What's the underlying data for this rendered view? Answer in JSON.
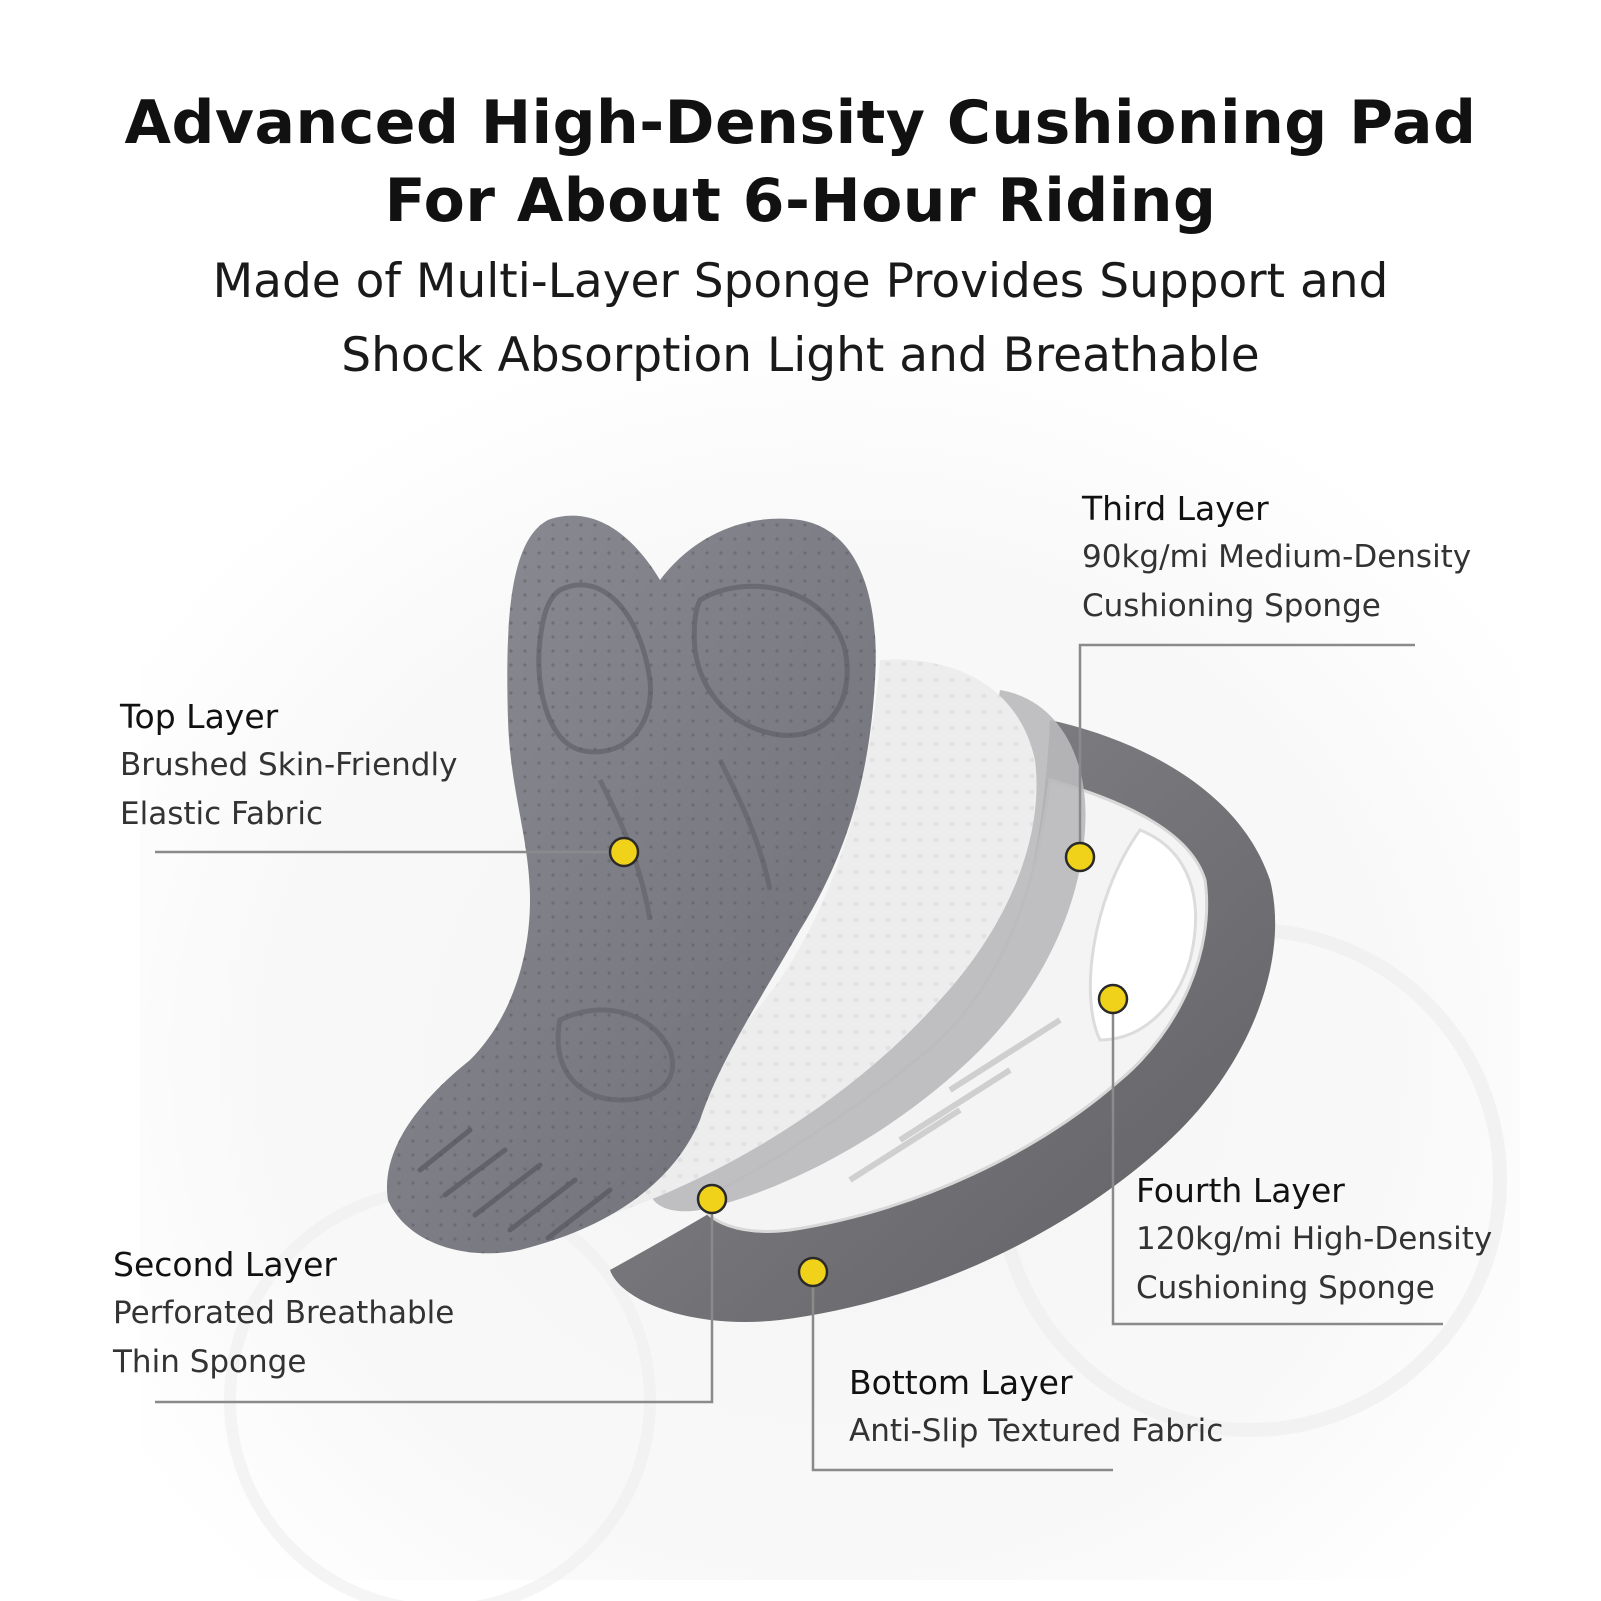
{
  "heading": {
    "line1": "Advanced High-Density Cushioning Pad",
    "line2": "For About 6-Hour Riding"
  },
  "subheading": {
    "line1": "Made of Multi-Layer Sponge Provides Support and",
    "line2": "Shock Absorption Light and Breathable"
  },
  "layers": {
    "top": {
      "name": "Top Layer",
      "desc1": "Brushed Skin-Friendly",
      "desc2": "Elastic Fabric"
    },
    "second": {
      "name": "Second Layer",
      "desc1": "Perforated Breathable",
      "desc2": "Thin Sponge"
    },
    "third": {
      "name": "Third Layer",
      "desc1": "90kg/mi Medium-Density",
      "desc2": "Cushioning Sponge"
    },
    "fourth": {
      "name": "Fourth Layer",
      "desc1": "120kg/mi High-Density",
      "desc2": "Cushioning Sponge"
    },
    "bottom": {
      "name": "Bottom Layer",
      "desc1": "Anti-Slip Textured Fabric"
    }
  },
  "colors": {
    "marker": "#f1d21b",
    "leader_line": "#8a8a8a",
    "top_layer": "#7e7e86",
    "bottom_layer": "#6f6f73"
  }
}
